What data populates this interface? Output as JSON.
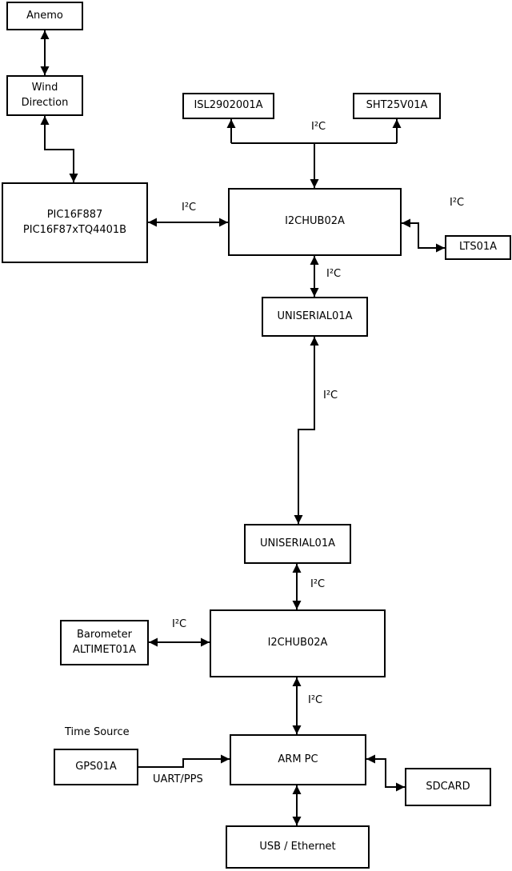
{
  "nodes": {
    "anemo": {
      "label": "Anemo"
    },
    "wind_direction": {
      "lines": [
        "Wind",
        "Direction"
      ]
    },
    "pic": {
      "lines": [
        "PIC16F887",
        "PIC16F87xTQ4401B"
      ]
    },
    "isl": {
      "label": "ISL2902001A"
    },
    "sht": {
      "label": "SHT25V01A"
    },
    "hub1": {
      "label": "I2CHUB02A"
    },
    "lts": {
      "label": "LTS01A"
    },
    "uniserial1": {
      "label": "UNISERIAL01A"
    },
    "uniserial2": {
      "label": "UNISERIAL01A"
    },
    "barometer": {
      "lines": [
        "Barometer",
        "ALTIMET01A"
      ]
    },
    "hub2": {
      "label": "I2CHUB02A"
    },
    "gps": {
      "label": "GPS01A"
    },
    "arm_pc": {
      "label": "ARM PC"
    },
    "sdcard": {
      "label": "SDCARD"
    },
    "usb_ethernet": {
      "label": "USB / Ethernet"
    }
  },
  "edge_labels": {
    "i2c_sensors_top": "I²C",
    "i2c_pic_hub1": "I²C",
    "i2c_hub1_lts": "I²C",
    "i2c_hub1_uniserial1": "I²C",
    "i2c_uniserial_link": "I²C",
    "i2c_uniserial2_hub2": "I²C",
    "i2c_barometer_hub2": "I²C",
    "i2c_hub2_armpc": "I²C",
    "time_source": "Time Source",
    "uart_pps": "UART/PPS"
  },
  "colors": {
    "background": "#ffffff",
    "line": "#000000",
    "box_border": "#000000",
    "text": "#000000"
  }
}
